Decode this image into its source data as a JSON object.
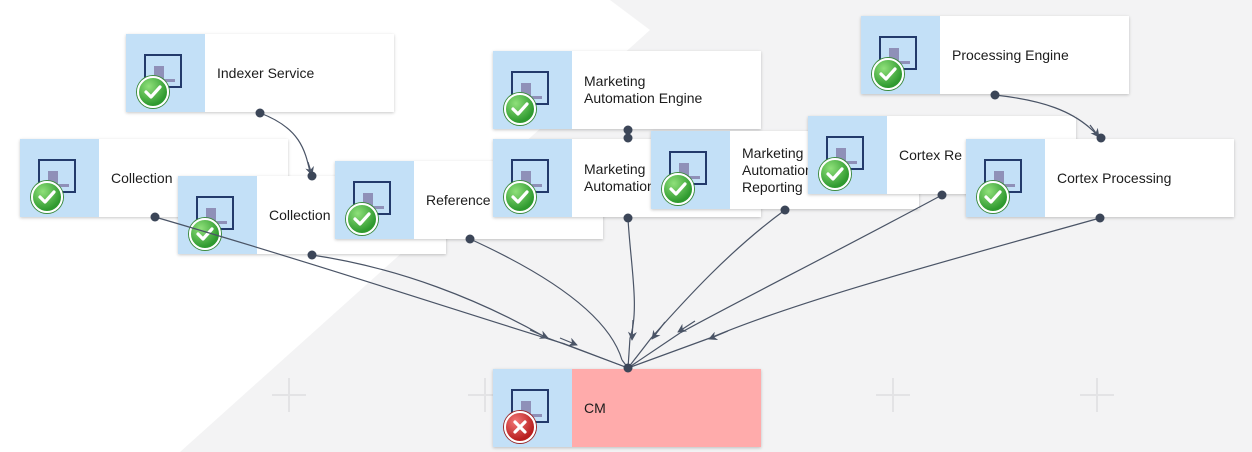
{
  "colors": {
    "edge": "#4a5466",
    "node_ok_thumb": "#c3e0f7",
    "node_error_body": "#ffabab",
    "monitor_stroke": "#233a6b",
    "status_ok": "#3da53a",
    "status_fail": "#c92a2a"
  },
  "icons": {
    "node": "monitor-chart-icon",
    "ok": "check-circle-icon",
    "fail": "x-circle-icon"
  },
  "nodes": {
    "indexer_service": {
      "label": "Indexer Service",
      "status": "ok"
    },
    "marketing_automation_engine": {
      "label": "Marketing\nAutomation Engine",
      "status": "ok"
    },
    "processing_engine": {
      "label": "Processing Engine",
      "status": "ok"
    },
    "collection_1": {
      "label": "Collection",
      "status": "ok"
    },
    "collection_2": {
      "label": "Collection",
      "status": "ok"
    },
    "reference": {
      "label": "Reference",
      "status": "ok"
    },
    "marketing_automation": {
      "label": "Marketing\nAutomation",
      "status": "ok"
    },
    "marketing_automation_reporting": {
      "label": "Marketing\nAutomation\nReporting",
      "status": "ok"
    },
    "cortex_re": {
      "label": "Cortex Re",
      "status": "ok"
    },
    "cortex_processing": {
      "label": "Cortex Processing",
      "status": "ok"
    },
    "cm": {
      "label": "CM",
      "status": "fail"
    }
  }
}
